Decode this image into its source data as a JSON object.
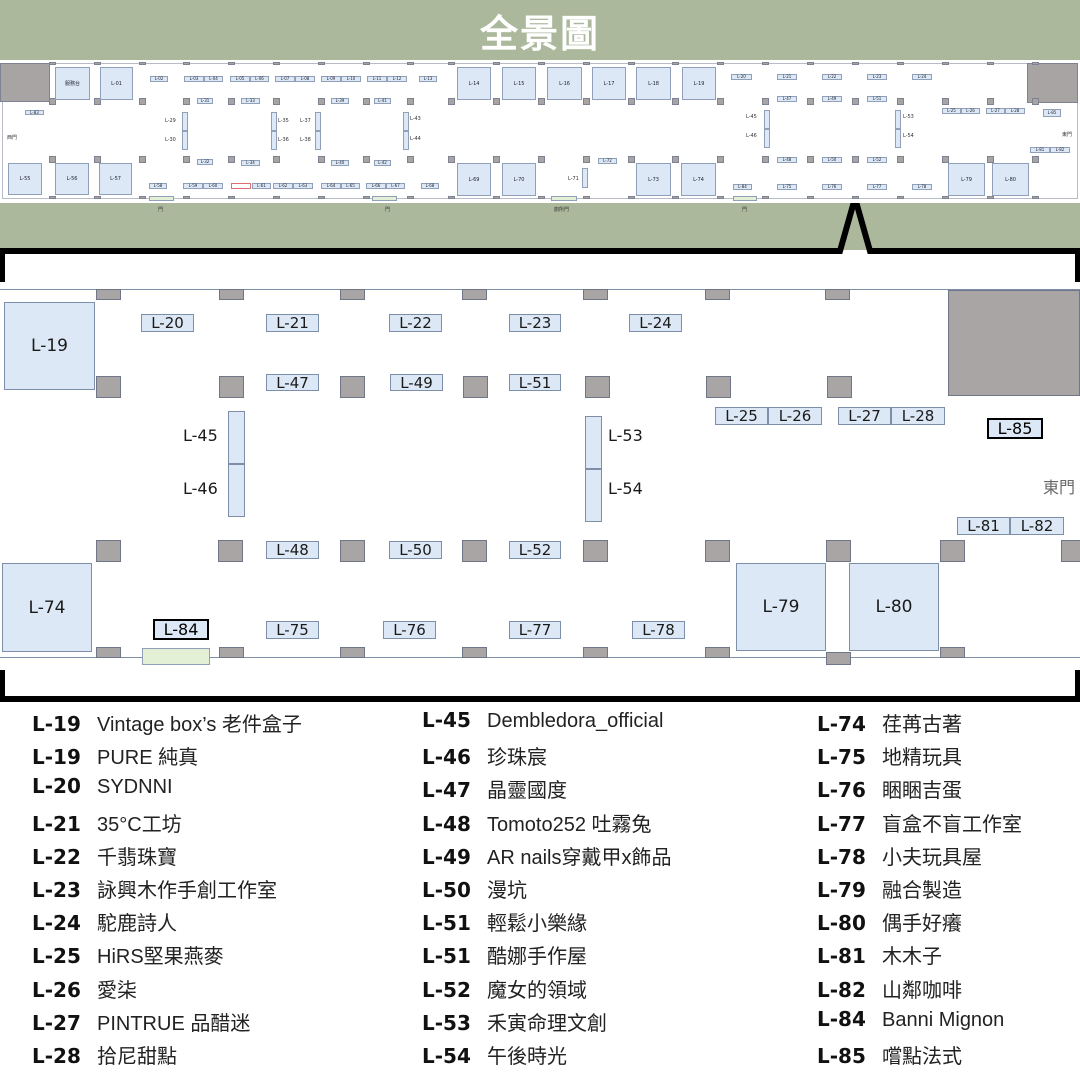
{
  "title": "全景圖",
  "overview": {
    "booths": [
      "服務台",
      "L-01",
      "L-02",
      "L-03",
      "L-04",
      "L-05",
      "L-06",
      "L-07",
      "L-08",
      "L-09",
      "L-10",
      "L-11",
      "L-12",
      "L-13",
      "L-14",
      "L-15",
      "L-16",
      "L-17",
      "L-18",
      "L-19",
      "L-20",
      "L-21",
      "L-22",
      "L-23",
      "L-24",
      "L-31",
      "L-33",
      "L-39",
      "L-41",
      "L-47",
      "L-49",
      "L-51",
      "L-83",
      "L-25",
      "L-26",
      "L-27",
      "L-28",
      "L-85",
      "L-32",
      "L-34",
      "L-40",
      "L-42",
      "L-48",
      "L-50",
      "L-52",
      "L-72",
      "L-81",
      "L-82",
      "L-55",
      "L-56",
      "L-57",
      "L-69",
      "L-70",
      "L-73",
      "L-74",
      "L-79",
      "L-80",
      "L-58",
      "L-59",
      "L-60",
      "L-61",
      "L-62",
      "L-63",
      "L-64",
      "L-65",
      "L-66",
      "L-67",
      "L-68",
      "L-84",
      "L-75",
      "L-76",
      "L-77",
      "L-78"
    ],
    "side_labels": [
      "L-29",
      "L-30",
      "L-35",
      "L-36",
      "L-37",
      "L-38",
      "L-43",
      "L-44",
      "L-45",
      "L-46",
      "L-53",
      "L-54",
      "L-71"
    ],
    "west_gate": "西門",
    "east_gate": "東門",
    "doors": [
      "門",
      "門",
      "廁所門",
      "門"
    ]
  },
  "detail": {
    "booths": [
      "L-19",
      "L-20",
      "L-21",
      "L-22",
      "L-23",
      "L-24",
      "L-47",
      "L-49",
      "L-51",
      "L-25",
      "L-26",
      "L-27",
      "L-28",
      "L-85",
      "L-81",
      "L-82",
      "L-48",
      "L-50",
      "L-52",
      "L-74",
      "L-79",
      "L-80",
      "L-84",
      "L-75",
      "L-76",
      "L-77",
      "L-78"
    ],
    "side_labels": [
      "L-45",
      "L-46",
      "L-53",
      "L-54"
    ],
    "east_gate": "東門"
  },
  "legend": [
    [
      {
        "id": "L-19",
        "name": "Vintage box’s 老件盒子"
      },
      {
        "id": "L-19",
        "name": "PURE 純真"
      },
      {
        "id": "L-20",
        "name": "SYDNNI"
      },
      {
        "id": "L-21",
        "name": "35°C工坊"
      },
      {
        "id": "L-22",
        "name": "千翡珠寶"
      },
      {
        "id": "L-23",
        "name": "詠興木作手創工作室"
      },
      {
        "id": "L-24",
        "name": "駝鹿詩人"
      },
      {
        "id": "L-25",
        "name": "HiRS堅果燕麥"
      },
      {
        "id": "L-26",
        "name": "愛柒"
      },
      {
        "id": "L-27",
        "name": "PINTRUE 品醋迷"
      },
      {
        "id": "L-28",
        "name": "拾尼甜點"
      }
    ],
    [
      {
        "id": "L-45",
        "name": "Dembledora_official"
      },
      {
        "id": "L-46",
        "name": "珍珠宸"
      },
      {
        "id": "L-47",
        "name": "晶靈國度"
      },
      {
        "id": "L-48",
        "name": "Tomoto252  吐霧兔"
      },
      {
        "id": "L-49",
        "name": "AR nails穿戴甲x飾品"
      },
      {
        "id": "L-50",
        "name": "漫坑"
      },
      {
        "id": "L-51",
        "name": "輕鬆小樂緣"
      },
      {
        "id": "L-51",
        "name": "酷娜手作屋"
      },
      {
        "id": "L-52",
        "name": "魔女的領域"
      },
      {
        "id": "L-53",
        "name": "禾寅命理文創"
      },
      {
        "id": "L-54",
        "name": "午後時光"
      }
    ],
    [
      {
        "id": "L-74",
        "name": "荏苒古著"
      },
      {
        "id": "L-75",
        "name": "地精玩具"
      },
      {
        "id": "L-76",
        "name": "睏睏吉蛋"
      },
      {
        "id": "L-77",
        "name": "盲盒不盲工作室"
      },
      {
        "id": "L-78",
        "name": "小夫玩具屋"
      },
      {
        "id": "L-79",
        "name": "融合製造"
      },
      {
        "id": "L-80",
        "name": "偶手好癢"
      },
      {
        "id": "L-81",
        "name": "木木子"
      },
      {
        "id": "L-82",
        "name": "山鄰咖啡"
      },
      {
        "id": "L-84",
        "name": "Banni Mignon"
      },
      {
        "id": "L-85",
        "name": "嚐點法式"
      }
    ]
  ],
  "colors": {
    "band": "#abb89b",
    "booth": "#dce8f5",
    "pillar": "#aaa5a5",
    "door": "#e3f0d6"
  }
}
